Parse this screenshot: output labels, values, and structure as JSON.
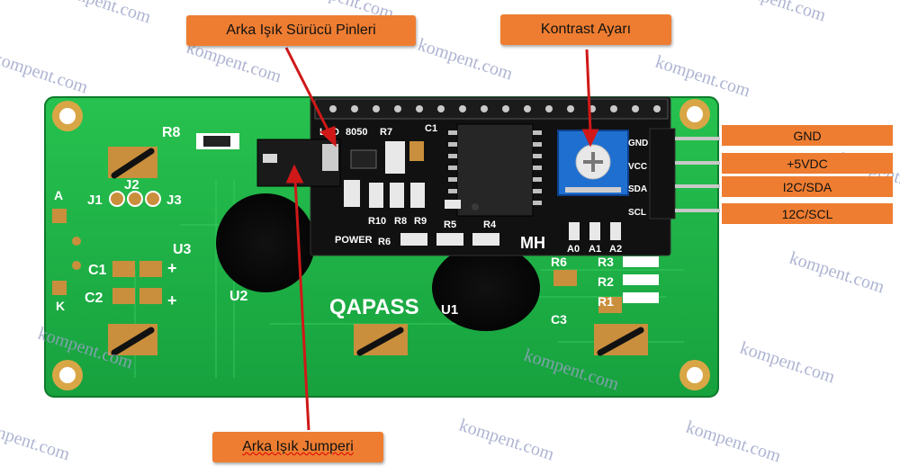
{
  "labels": {
    "backlight_pins": "Arka Işık Sürücü Pinleri",
    "contrast": "Kontrast Ayarı",
    "backlight_jumper": "Arka Işık Jumperi"
  },
  "pins": {
    "gnd": "GND",
    "vcc": "+5VDC",
    "sda": "I2C/SDA",
    "scl": "12C/SCL"
  },
  "watermark": "kompent.com",
  "board_text": {
    "brand": "QAPASS",
    "module": "MH",
    "r8": "R8",
    "j1": "J1",
    "j2": "J2",
    "j3": "J3",
    "u3": "U3",
    "c1": "C1",
    "c2": "C2",
    "u2": "U2",
    "u1": "U1",
    "a": "A",
    "k": "K",
    "r6": "R6",
    "r3": "R3",
    "r2": "R2",
    "r1": "R1",
    "c3": "C3",
    "led": "LED",
    "tr": "8050",
    "r7": "R7",
    "c1b": "C1",
    "r10": "R10",
    "r8b": "R8",
    "r9": "R9",
    "r5": "R5",
    "r4": "R4",
    "power": "POWER",
    "r6b": "R6",
    "a0": "A0",
    "a1": "A1",
    "a2": "A2",
    "pin_gnd": "GND",
    "pin_vcc": "VCC",
    "pin_sda": "SDA",
    "pin_scl": "SCL"
  },
  "colors": {
    "callout": "#ee7d31",
    "pcb_green": "#1fb14a",
    "arrow_red": "#d01818",
    "module_black": "#111111",
    "potentiometer_blue": "#1f6fd0"
  }
}
